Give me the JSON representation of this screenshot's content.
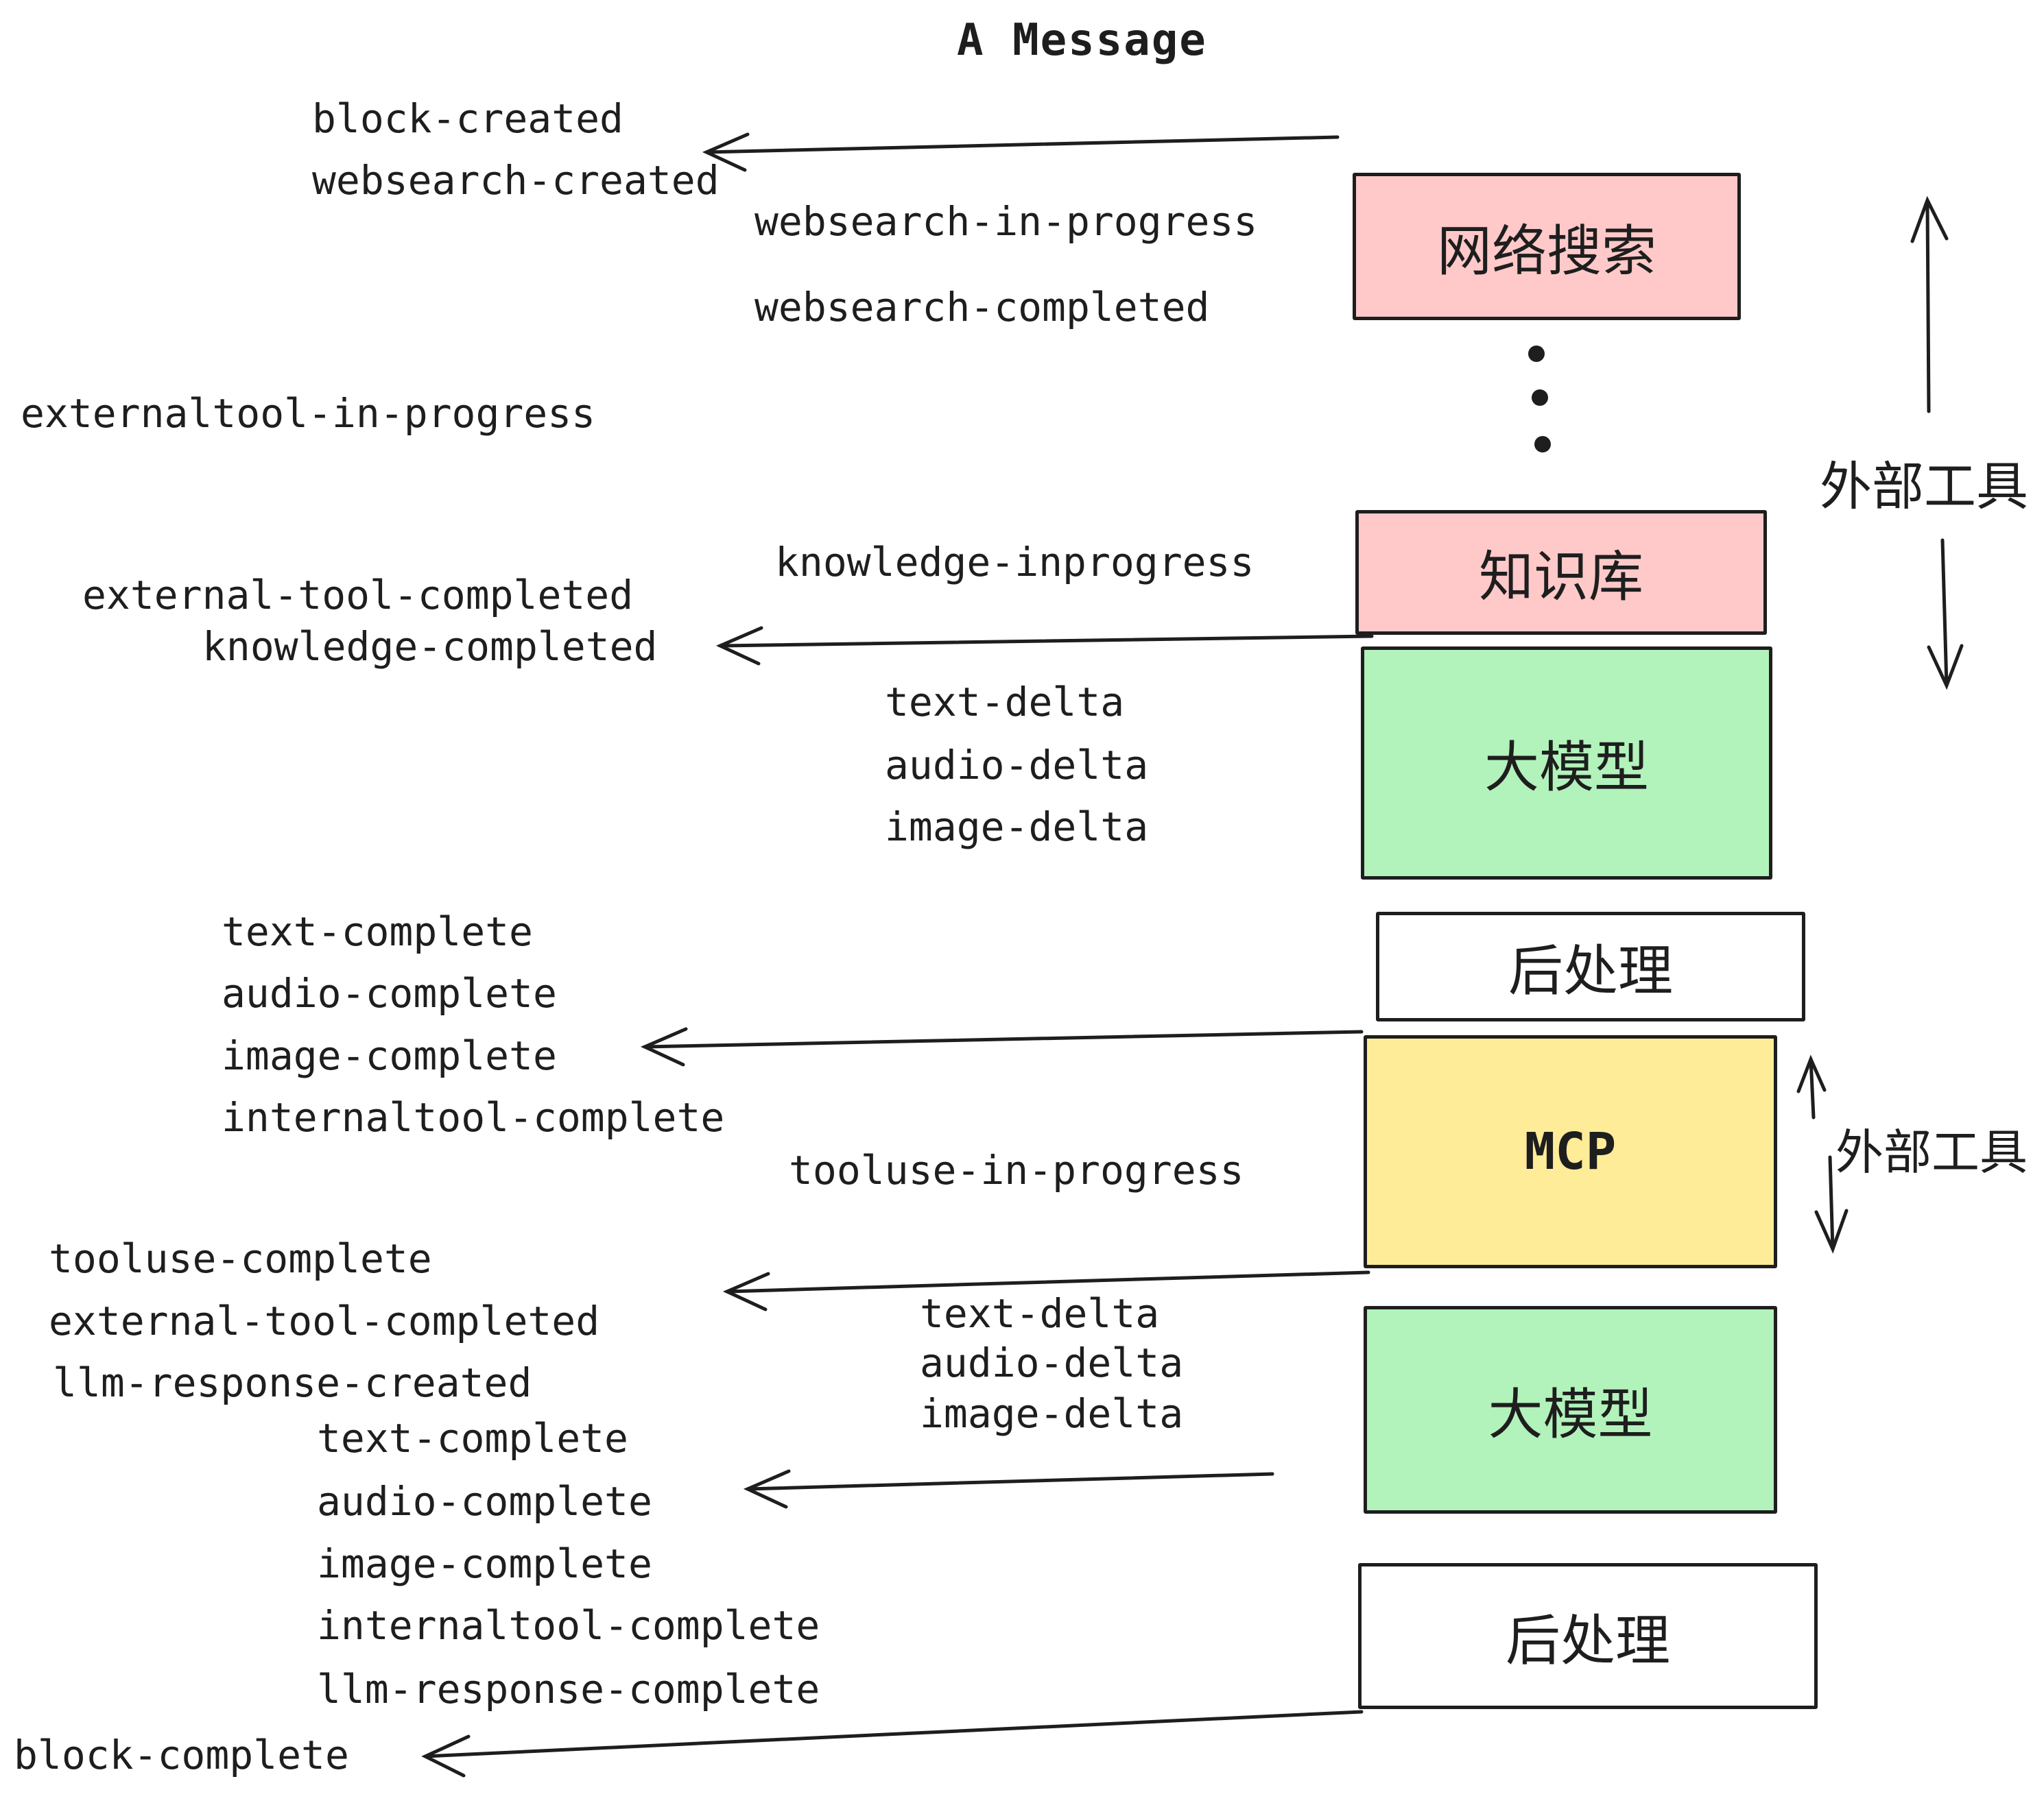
{
  "title": "A Message",
  "events": [
    "block-created",
    "websearch-created",
    "websearch-in-progress",
    "websearch-completed",
    "externaltool-in-progress",
    "knowledge-inprogress",
    "external-tool-completed",
    "knowledge-completed",
    "text-delta",
    "audio-delta",
    "image-delta",
    "text-complete",
    "audio-complete",
    "image-complete",
    "internaltool-complete",
    "tooluse-in-progress",
    "tooluse-complete",
    "external-tool-completed",
    "llm-response-created",
    "text-complete",
    "audio-complete",
    "image-complete",
    "internaltool-complete",
    "llm-response-complete",
    "block-complete",
    "text-delta",
    "audio-delta",
    "image-delta"
  ],
  "boxes": [
    {
      "label": "网络搜索",
      "fill": "#ffc9c9"
    },
    {
      "label": "知识库",
      "fill": "#ffc9c9"
    },
    {
      "label": "大模型",
      "fill": "#b2f2bb"
    },
    {
      "label": "后处理",
      "fill": "#ffffff"
    },
    {
      "label": "MCP",
      "fill": "#ffec99"
    },
    {
      "label": "大模型",
      "fill": "#b2f2bb"
    },
    {
      "label": "后处理",
      "fill": "#ffffff"
    }
  ],
  "side_labels": [
    "外部工具",
    "外部工具"
  ],
  "colors": {
    "ink": "#1e1e1e",
    "pink": "#ffc9c9",
    "green": "#b2f2bb",
    "yellow": "#ffec99",
    "white": "#ffffff",
    "background": "#ffffff"
  }
}
